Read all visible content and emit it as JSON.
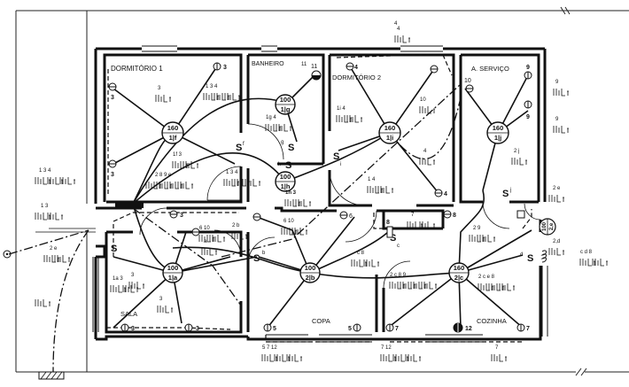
{
  "rooms": {
    "dormitorio1": "DORMITÓRIO 1",
    "banheiro": "BANHEIRO",
    "dormitorio2": "DORMITÓRIO 2",
    "servico": "A. SERVIÇO",
    "sala": "SALA",
    "copa": "COPA",
    "cozinha": "COZINHA"
  },
  "lights": {
    "d1": {
      "top": "160",
      "bottom": "1|f"
    },
    "ban": {
      "top": "100",
      "bottom": "1|g"
    },
    "hall": {
      "top": "100",
      "bottom": "1|h"
    },
    "d2": {
      "top": "160",
      "bottom": "1|i"
    },
    "serv": {
      "top": "160",
      "bottom": "1|j"
    },
    "sala": {
      "top": "100",
      "bottom": "1|a"
    },
    "copa": {
      "top": "100",
      "bottom": "2|b"
    },
    "coz": {
      "top": "160",
      "bottom": "2|c"
    },
    "ext": {
      "top": "100",
      "bottom": "2,e"
    }
  },
  "outlets": {
    "d1_top": "3",
    "d1_left1": "3",
    "d1_left2": "3",
    "ban": "11",
    "d2_tl": "4",
    "d2_br": "4",
    "d2_right": "4",
    "serv_top": "9",
    "serv_mid": "9",
    "serv_r": "10",
    "hall_top": "3",
    "hall_b": "6",
    "hall_6": "6",
    "sala_top": "3",
    "sala_r": "3",
    "sala_bl": "3",
    "sala_br": "3",
    "copa_l": "5",
    "copa_m": "5",
    "coz_top": "8",
    "coz_l": "7",
    "coz_m": "12",
    "coz_r": "7",
    "serv_8": "8"
  },
  "switches": {
    "d1": "f",
    "ban": "g",
    "hall": "h",
    "d2": "i",
    "serv": "j",
    "sala": "a",
    "copa": "b",
    "coz": "c",
    "coz2": "d"
  },
  "circuit_labels": {
    "a1": "1 3 4",
    "a2": "1 3",
    "a3": "2 e",
    "a4": "3",
    "a5": "3",
    "a6": "3",
    "a7": "1 3 4",
    "a8": "2 8 9 e",
    "a9": "1f 3",
    "a10": "1 3 4",
    "a11": "1g 4",
    "a12": "1h 3",
    "a13": "4",
    "a14": "1i 4",
    "a15": "10",
    "a16": "4",
    "a17": "1 4",
    "a18": "7",
    "a19": "9",
    "a20": "9",
    "a21": "2 j",
    "a22": "2 e",
    "a23": "2 9",
    "a24": "2,d",
    "a25": "c d 8",
    "a26": "6 10",
    "a27": "2 b",
    "a28": "6 10",
    "a29": "a",
    "a30": "3",
    "a31": "1a 3",
    "a32": "3",
    "a33": "3",
    "a34": "c 8",
    "a35": "2 c 8 9",
    "a36": "2 c e 8",
    "a37": "5 7 12",
    "a38": "7 12",
    "a39": "7",
    "a40": "11",
    "a41": "4",
    "a42": "3",
    "a43": "2 e",
    "a44": "c"
  }
}
